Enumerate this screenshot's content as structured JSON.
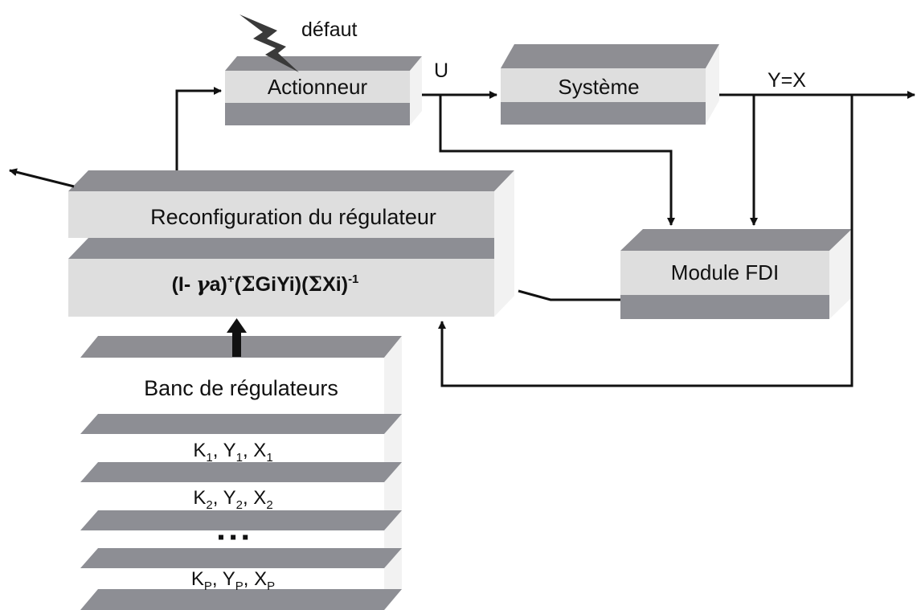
{
  "fault_label": "défaut",
  "blocks": {
    "actuator": "Actionneur",
    "system": "Système",
    "fdi": "Module FDI",
    "reconfig_title": "Reconfiguration du régulateur",
    "reconfig_formula": {
      "a": "(I- ",
      "gamma": "γ",
      "b": "a)",
      "sup_plus": "+",
      "c": "(",
      "sigma1": "Σ",
      "d": "GiYi)(",
      "sigma2": "Σ",
      "e": "Xi)",
      "sup_minus1": "-1"
    },
    "bank_title": "Banc de régulateurs"
  },
  "signals": {
    "u": "U",
    "y": "Y=X"
  },
  "bank_rows": [
    {
      "k": "K",
      "ks": "1",
      "y": "Y",
      "ys": "1",
      "x": "X",
      "xs": "1"
    },
    {
      "k": "K",
      "ks": "2",
      "y": "Y",
      "ys": "2",
      "x": "X",
      "xs": "2"
    },
    {
      "k": "K",
      "ks": "P",
      "y": "Y",
      "ys": "P",
      "x": "X",
      "xs": "P"
    }
  ],
  "ellipsis": "▪ ▪ ▪",
  "colors": {
    "face": "#dedede",
    "top": "#8e8e93",
    "side": "#f2f2f2",
    "slab": "#8d8e94",
    "line": "#111111",
    "bolt": "#3a3a3a"
  }
}
